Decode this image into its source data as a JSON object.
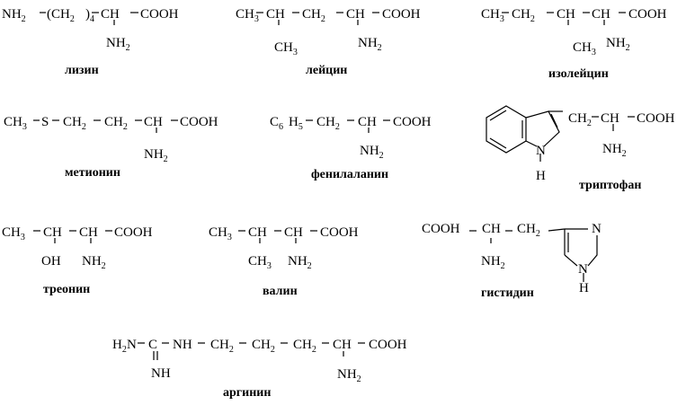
{
  "structures": [
    {
      "id": "lysine",
      "name": "лизин",
      "parts": [
        {
          "t": "NH",
          "sub": "2"
        },
        {
          "t": "(CH",
          "sub": "2"
        },
        {
          "t": ")",
          "sub": "4"
        },
        {
          "t": "CH"
        },
        {
          "t": "COOH"
        },
        {
          "t": "NH",
          "sub": "2"
        }
      ]
    },
    {
      "id": "leucine",
      "name": "лейцин",
      "parts": [
        {
          "t": "CH",
          "sub": "3"
        },
        {
          "t": "CH"
        },
        {
          "t": "CH",
          "sub": "2"
        },
        {
          "t": "CH"
        },
        {
          "t": "COOH"
        },
        {
          "t": "CH",
          "sub": "3"
        },
        {
          "t": "NH",
          "sub": "2"
        }
      ]
    },
    {
      "id": "isoleucine",
      "name": "изолейцин",
      "parts": [
        {
          "t": "CH",
          "sub": "3"
        },
        {
          "t": "CH",
          "sub": "2"
        },
        {
          "t": "CH"
        },
        {
          "t": "CH"
        },
        {
          "t": "COOH"
        },
        {
          "t": "CH",
          "sub": "3"
        },
        {
          "t": "NH",
          "sub": "2"
        }
      ]
    },
    {
      "id": "methionine",
      "name": "метионин",
      "parts": [
        {
          "t": "CH",
          "sub": "3"
        },
        {
          "t": "S"
        },
        {
          "t": "CH",
          "sub": "2"
        },
        {
          "t": "CH",
          "sub": "2"
        },
        {
          "t": "CH"
        },
        {
          "t": "COOH"
        },
        {
          "t": "NH",
          "sub": "2"
        }
      ]
    },
    {
      "id": "phenylalanine",
      "name": "фенилаланин",
      "parts": [
        {
          "t": "C",
          "sub": "6"
        },
        {
          "t": "H",
          "sub": "5"
        },
        {
          "t": "CH",
          "sub": "2"
        },
        {
          "t": "CH"
        },
        {
          "t": "COOH"
        },
        {
          "t": "NH",
          "sub": "2"
        }
      ]
    },
    {
      "id": "tryptophan",
      "name": "триптофан",
      "parts": [
        {
          "t": "CH",
          "sub": "2"
        },
        {
          "t": "CH"
        },
        {
          "t": "COOH"
        },
        {
          "t": "NH",
          "sub": "2"
        },
        {
          "t": "N"
        },
        {
          "t": "H"
        }
      ]
    },
    {
      "id": "threonine",
      "name": "треонин",
      "parts": [
        {
          "t": "CH",
          "sub": "3"
        },
        {
          "t": "CH"
        },
        {
          "t": "CH"
        },
        {
          "t": "COOH"
        },
        {
          "t": "OH"
        },
        {
          "t": "NH",
          "sub": "2"
        }
      ]
    },
    {
      "id": "valine",
      "name": "валин",
      "parts": [
        {
          "t": "CH",
          "sub": "3"
        },
        {
          "t": "CH"
        },
        {
          "t": "CH"
        },
        {
          "t": "COOH"
        },
        {
          "t": "CH",
          "sub": "3"
        },
        {
          "t": "NH",
          "sub": "2"
        }
      ]
    },
    {
      "id": "histidine",
      "name": "гистидин",
      "parts": [
        {
          "t": "COOH"
        },
        {
          "t": "CH"
        },
        {
          "t": "CH",
          "sub": "2"
        },
        {
          "t": "NH",
          "sub": "2"
        },
        {
          "t": "N"
        },
        {
          "t": "N"
        },
        {
          "t": "H"
        }
      ]
    },
    {
      "id": "arginine",
      "name": "аргинин",
      "parts": [
        {
          "t": "H",
          "sub": "2"
        },
        {
          "t": "N"
        },
        {
          "t": "C"
        },
        {
          "t": "NH"
        },
        {
          "t": "CH",
          "sub": "2"
        },
        {
          "t": "CH",
          "sub": "2"
        },
        {
          "t": "CH",
          "sub": "2"
        },
        {
          "t": "CH"
        },
        {
          "t": "COOH"
        },
        {
          "t": "NH"
        },
        {
          "t": "NH",
          "sub": "2"
        }
      ]
    }
  ]
}
